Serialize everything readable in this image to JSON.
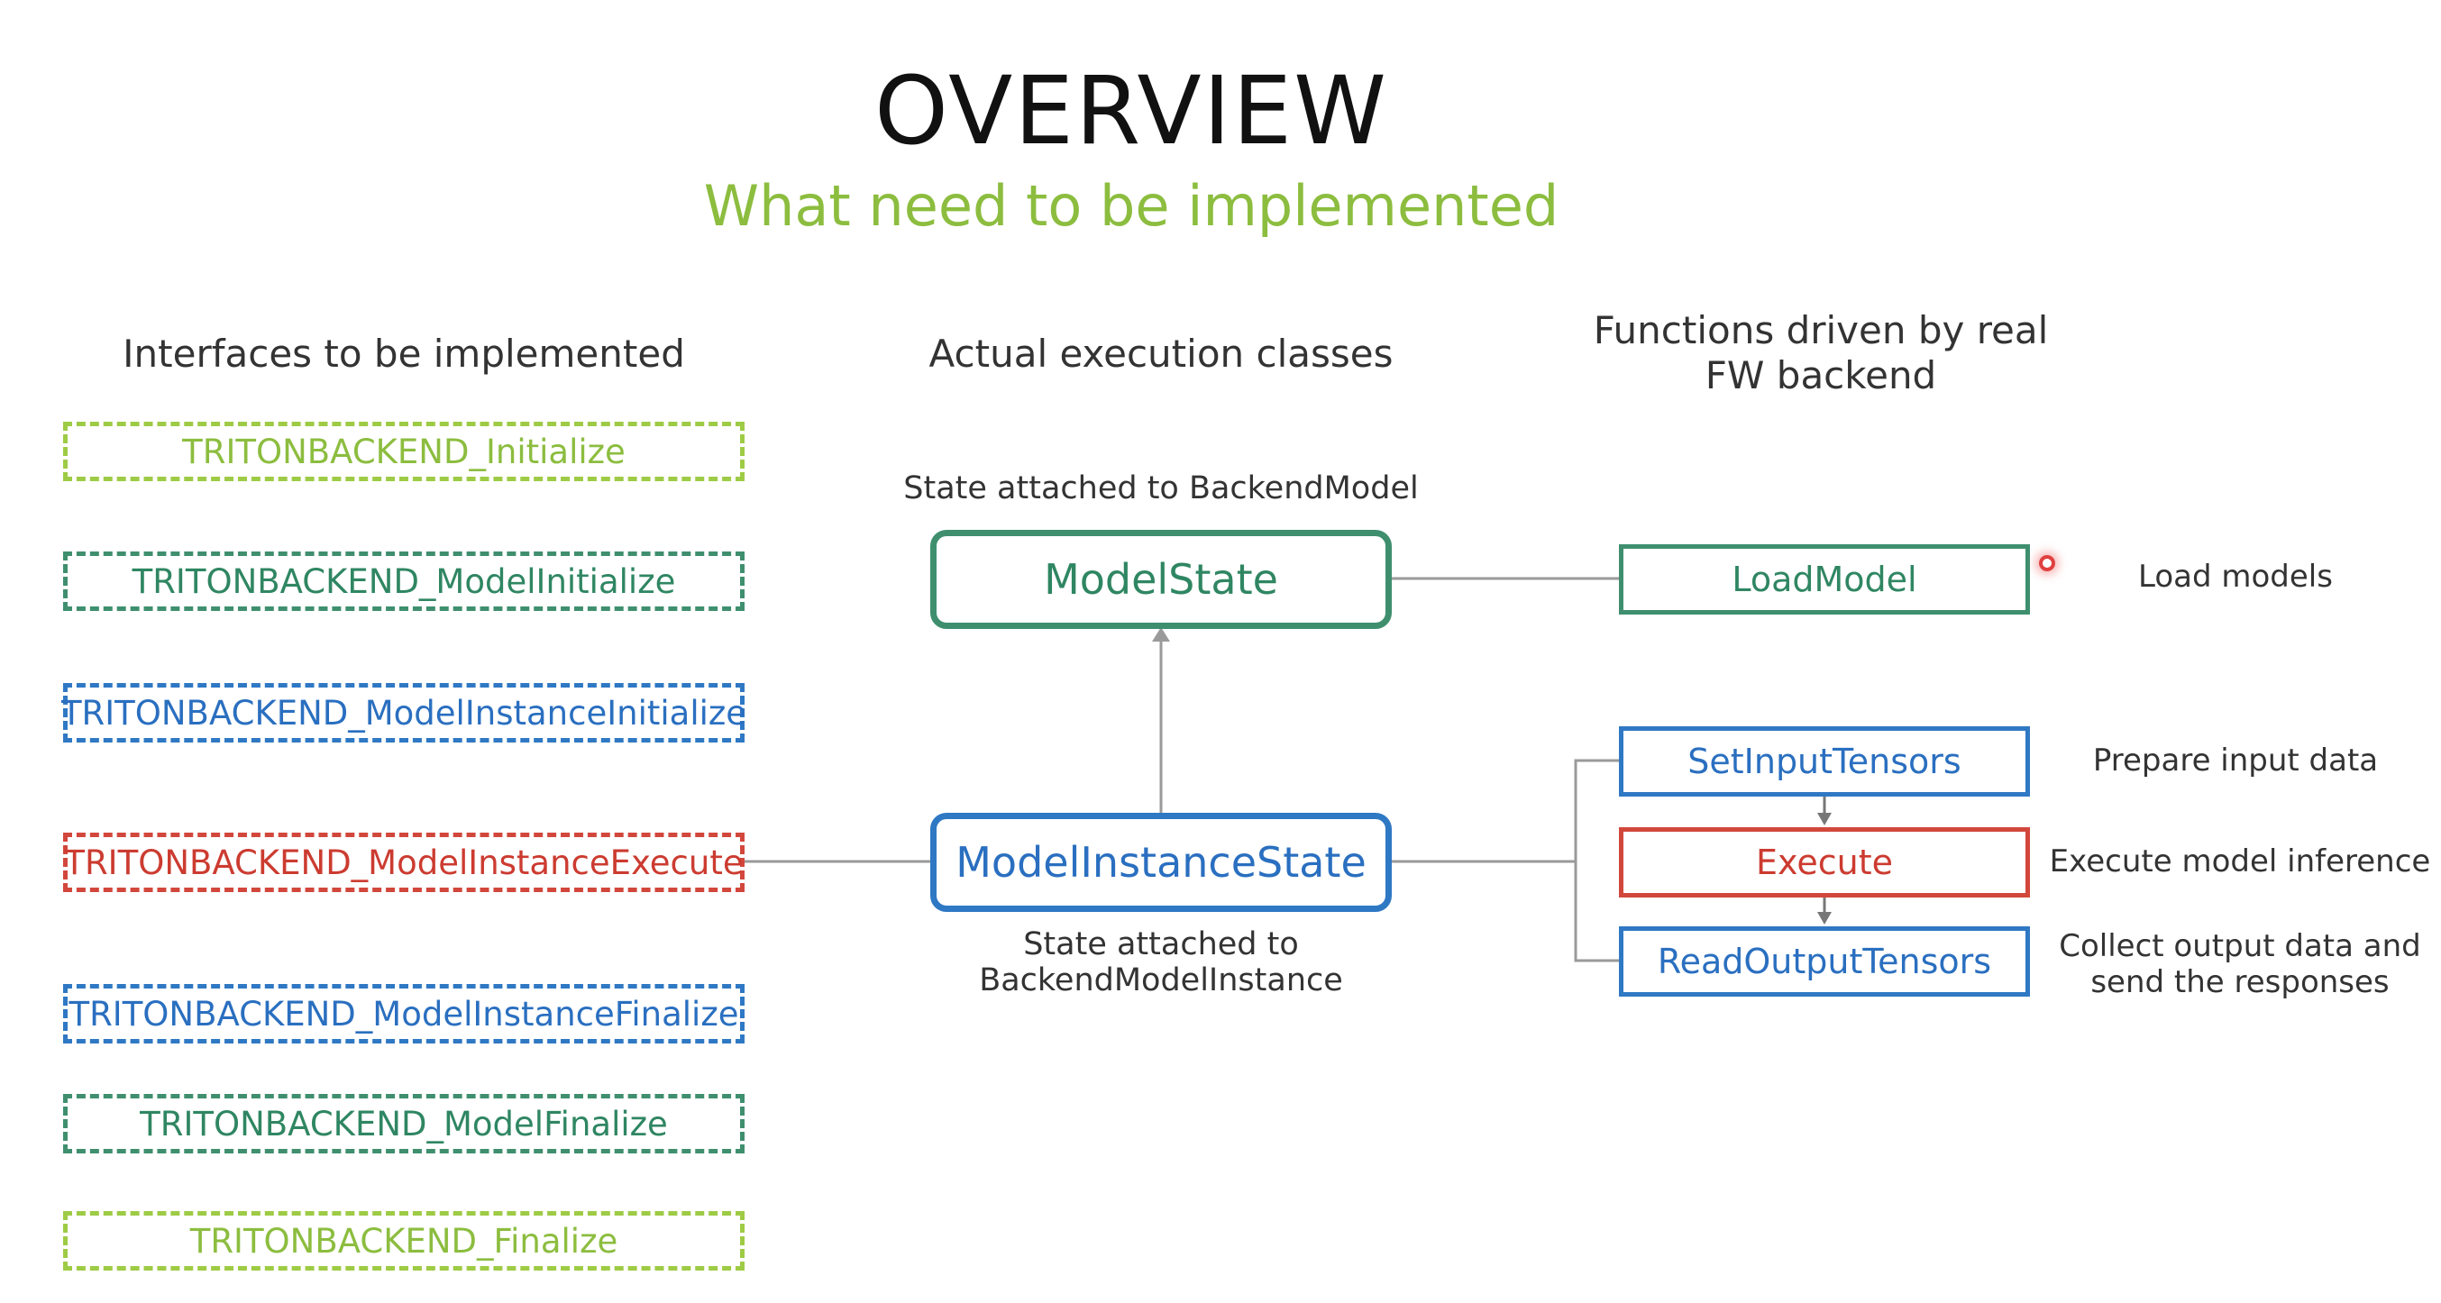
{
  "title": "OVERVIEW",
  "subtitle": "What need to be implemented",
  "columns": {
    "interfaces": "Interfaces to be implemented",
    "classes": "Actual execution classes",
    "functions_line1": "Functions driven by real",
    "functions_line2": "FW backend"
  },
  "interfaces": [
    {
      "label": "TRITONBACKEND_Initialize",
      "color": "#9ecb45"
    },
    {
      "label": "TRITONBACKEND_ModelInitialize",
      "color": "#3f8f6f"
    },
    {
      "label": "TRITONBACKEND_ModelInstanceInitialize",
      "color": "#2f78c4"
    },
    {
      "label": "TRITONBACKEND_ModelInstanceExecute",
      "color": "#d2473c"
    },
    {
      "label": "TRITONBACKEND_ModelInstanceFinalize",
      "color": "#2f78c4"
    },
    {
      "label": "TRITONBACKEND_ModelFinalize",
      "color": "#3f8f6f"
    },
    {
      "label": "TRITONBACKEND_Finalize",
      "color": "#9ecb45"
    }
  ],
  "classes": {
    "model_state": {
      "label": "ModelState",
      "caption": "State attached to BackendModel",
      "color": "#2f8662"
    },
    "model_instance_state": {
      "label": "ModelInstanceState",
      "caption_line1": "State attached to",
      "caption_line2": "BackendModelInstance",
      "color": "#2a6fc0"
    }
  },
  "functions": [
    {
      "label": "LoadModel",
      "note": "Load models",
      "color": "#2f8662"
    },
    {
      "label": "SetInputTensors",
      "note": "Prepare input data",
      "color": "#2a6fc0"
    },
    {
      "label": "Execute",
      "note": "Execute model inference",
      "color": "#cc3b30"
    },
    {
      "label": "ReadOutputTensors",
      "note_line1": "Collect output data and",
      "note_line2": "send the responses",
      "color": "#2a6fc0"
    }
  ]
}
